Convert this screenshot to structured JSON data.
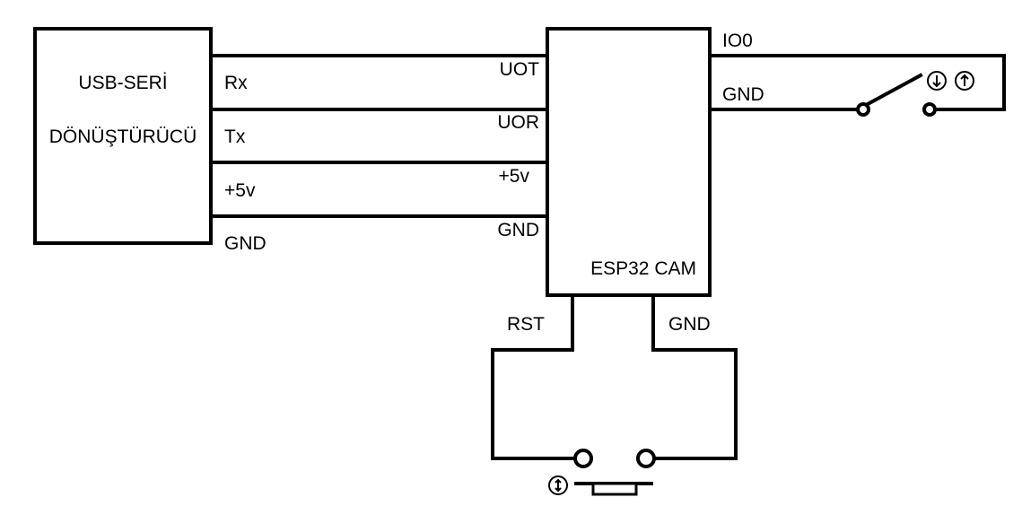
{
  "converter": {
    "title_line1": "USB-SERİ",
    "title_line2": "DÖNÜŞTÜRÜCÜ",
    "pins": [
      "Rx",
      "Tx",
      "+5v",
      "GND"
    ]
  },
  "esp": {
    "title": "ESP32 CAM",
    "left_pins": [
      "UOT",
      "UOR",
      "+5v",
      "GND"
    ],
    "right_pins": [
      "IO0",
      "GND"
    ],
    "bottom_pins": [
      "RST",
      "GND"
    ]
  },
  "symbols": {
    "toggle_switch_icons": [
      "arrow-down-circle-icon",
      "arrow-up-circle-icon"
    ],
    "push_button_icon": "arrow-updown-circle-icon"
  }
}
